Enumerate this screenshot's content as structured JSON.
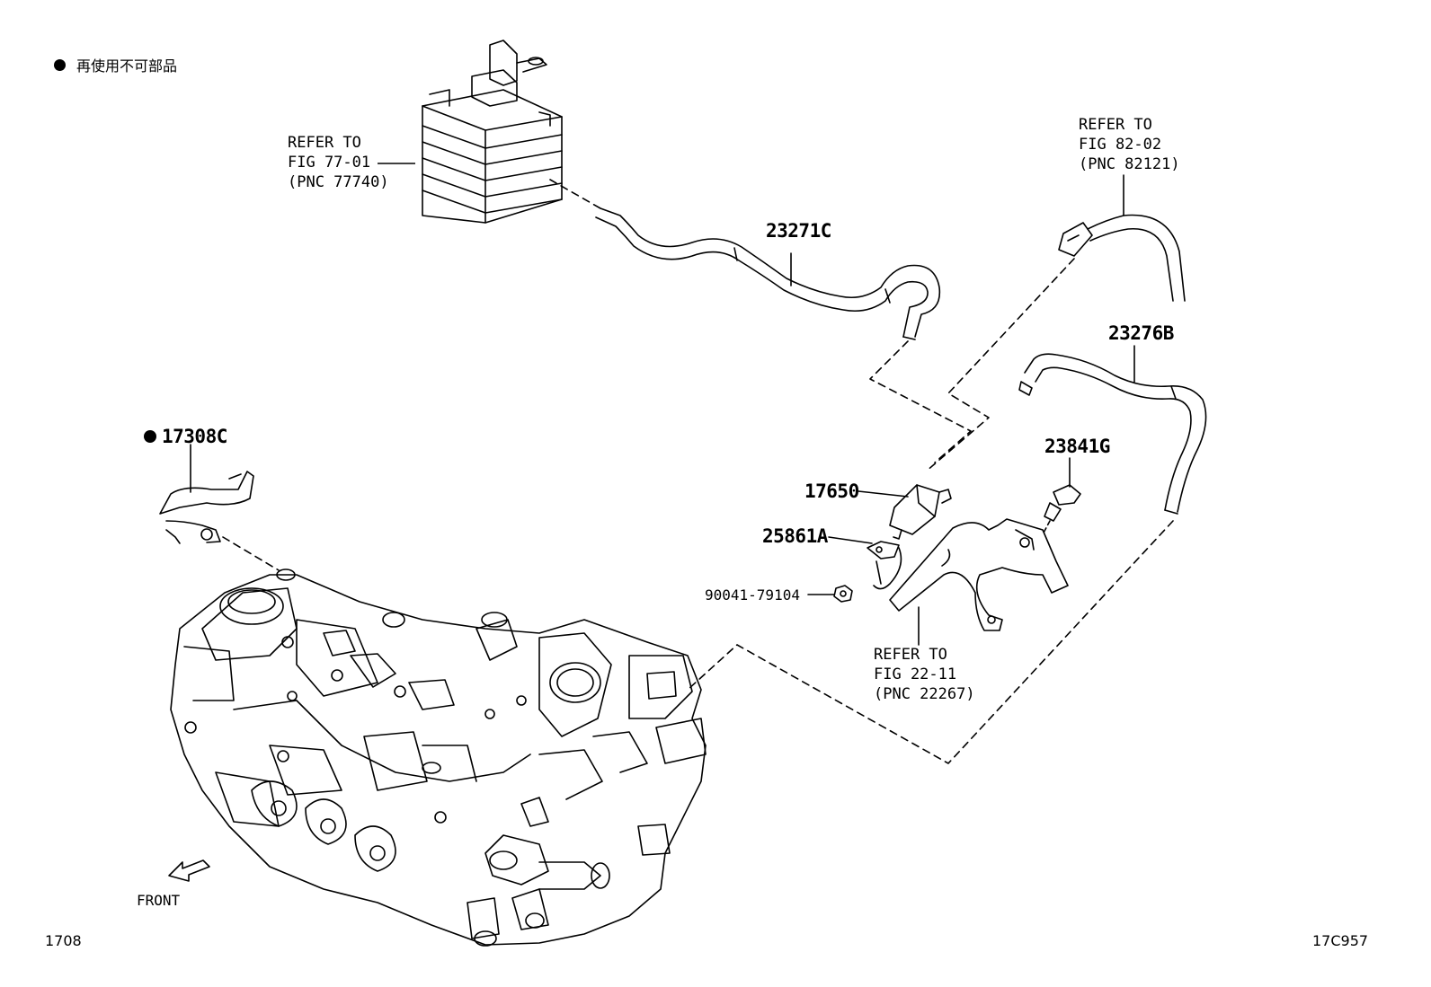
{
  "legend": {
    "text": "再使用不可部品"
  },
  "labels": {
    "canister_ref": [
      "REFER TO",
      "FIG 77-01",
      "(PNC 77740)"
    ],
    "harness_ref": [
      "REFER TO",
      "FIG 82-02",
      "(PNC 82121)"
    ],
    "bracket_ref": [
      "REFER TO",
      "FIG 22-11",
      "(PNC 22267)"
    ],
    "hose_a": "23271C",
    "hose_b": "23276B",
    "gasket": "17308C",
    "valve": "17650",
    "bracket": "25861A",
    "nut": "90041-79104",
    "clip": "23841G",
    "front": "FRONT"
  },
  "footer": {
    "left_code": "1708",
    "right_code": "17C957"
  },
  "colors": {
    "line": "#000000",
    "background": "#ffffff"
  }
}
